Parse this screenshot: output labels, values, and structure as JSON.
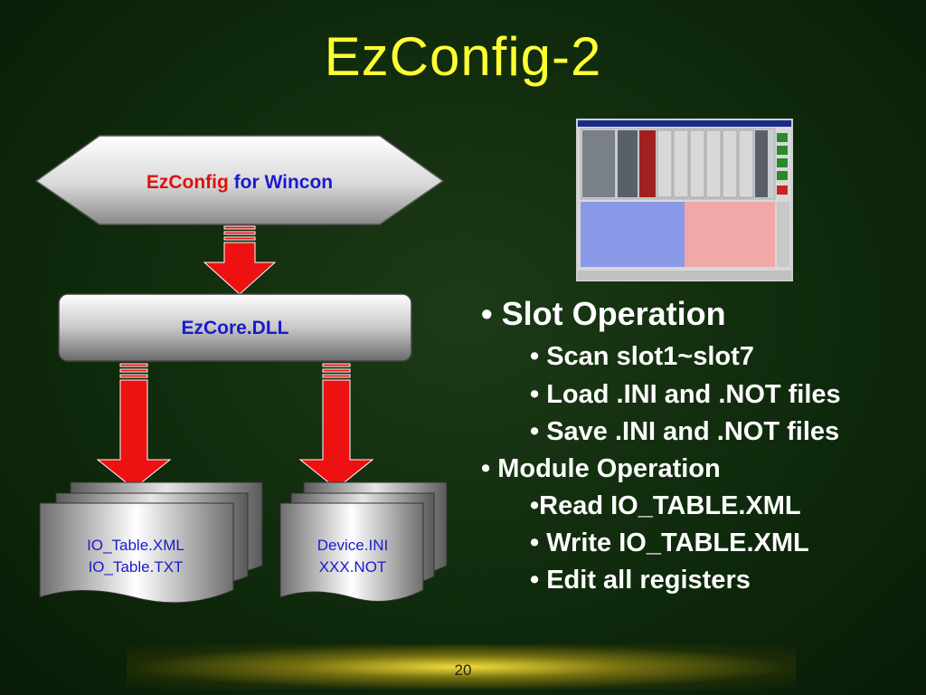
{
  "slide": {
    "title": "EzConfig-2",
    "page_number": "20"
  },
  "diagram": {
    "top_box": {
      "part1": "EzConfig",
      "part2": " for Wincon"
    },
    "middle_box": "EzCore.DLL",
    "left_docs": {
      "line1": "IO_Table.XML",
      "line2": "IO_Table.TXT"
    },
    "right_docs": {
      "line1": "Device.INI",
      "line2": "XXX.NOT"
    }
  },
  "bullets": {
    "slot_operation": "• Slot Operation",
    "scan": "• Scan slot1~slot7",
    "load": "• Load .INI and .NOT files",
    "save": "• Save .INI and .NOT files",
    "module_operation": "• Module Operation",
    "read": "•Read IO_TABLE.XML",
    "write": "• Write IO_TABLE.XML",
    "edit": "• Edit all registers"
  },
  "colors": {
    "title": "#ffff33",
    "label_blue": "#1a1ad0",
    "label_red": "#e01010",
    "arrow_red": "#ee1111"
  }
}
